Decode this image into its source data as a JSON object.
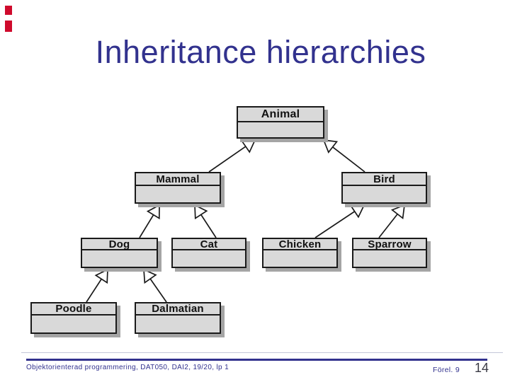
{
  "slide": {
    "title": "Inheritance hierarchies",
    "title_color": "#32328e",
    "background_color": "#ffffff"
  },
  "decorations": {
    "red_marks_color": "#cf0a2c",
    "red_marks_count": 2
  },
  "diagram": {
    "type": "uml-class-inheritance-tree",
    "box_fill": "#d9d9d9",
    "box_border": "#1a1a1a",
    "box_shadow": "#a5a5a5",
    "nodes": {
      "animal": {
        "label": "Animal"
      },
      "mammal": {
        "label": "Mammal"
      },
      "bird": {
        "label": "Bird"
      },
      "dog": {
        "label": "Dog"
      },
      "cat": {
        "label": "Cat"
      },
      "chicken": {
        "label": "Chicken"
      },
      "sparrow": {
        "label": "Sparrow"
      },
      "poodle": {
        "label": "Poodle"
      },
      "dalmatian": {
        "label": "Dalmatian"
      }
    },
    "edges": [
      {
        "child": "mammal",
        "parent": "animal"
      },
      {
        "child": "bird",
        "parent": "animal"
      },
      {
        "child": "dog",
        "parent": "mammal"
      },
      {
        "child": "cat",
        "parent": "mammal"
      },
      {
        "child": "chicken",
        "parent": "bird"
      },
      {
        "child": "sparrow",
        "parent": "bird"
      },
      {
        "child": "poodle",
        "parent": "dog"
      },
      {
        "child": "dalmatian",
        "parent": "dog"
      }
    ]
  },
  "footer": {
    "left": "Objektorienterad programmering, DAT050, DAI2, 19/20, lp 1",
    "lecture": "Förel. 9",
    "page": "14",
    "line_color": "#32328e"
  }
}
